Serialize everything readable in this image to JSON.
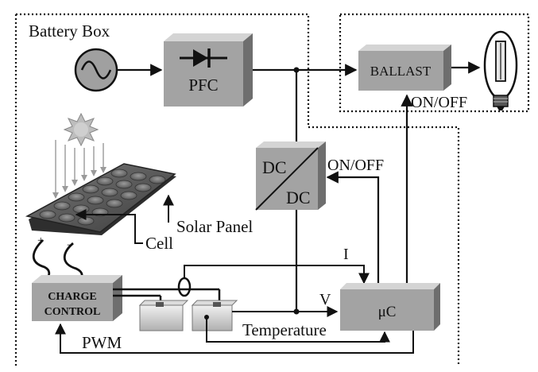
{
  "labels": {
    "battery_box": "Battery Box",
    "pfc": "PFC",
    "ballast": "BALLAST",
    "on_off_ballast": "ON/OFF",
    "dc_top": "DC",
    "dc_bottom": "DC",
    "on_off_dc": "ON/OFF",
    "solar_panel": "Solar Panel",
    "cell": "Cell",
    "charge_line1": "CHARGE",
    "charge_line2": "CONTROL",
    "current": "I",
    "voltage": "V",
    "temperature": "Temperature",
    "microcontroller": "μC",
    "pwm": "PWM",
    "plus": "+",
    "minus": "−"
  },
  "colors": {
    "box_front": "#a3a3a3",
    "box_top": "#d4d4d4",
    "box_side": "#6e6e6e",
    "line": "#111111",
    "sun": "#bdbdbd"
  },
  "icons": [
    "ac-source-icon",
    "diode-icon",
    "lamp-icon",
    "sun-icon",
    "solar-panel-icon",
    "battery-icon",
    "current-sensor-icon"
  ]
}
